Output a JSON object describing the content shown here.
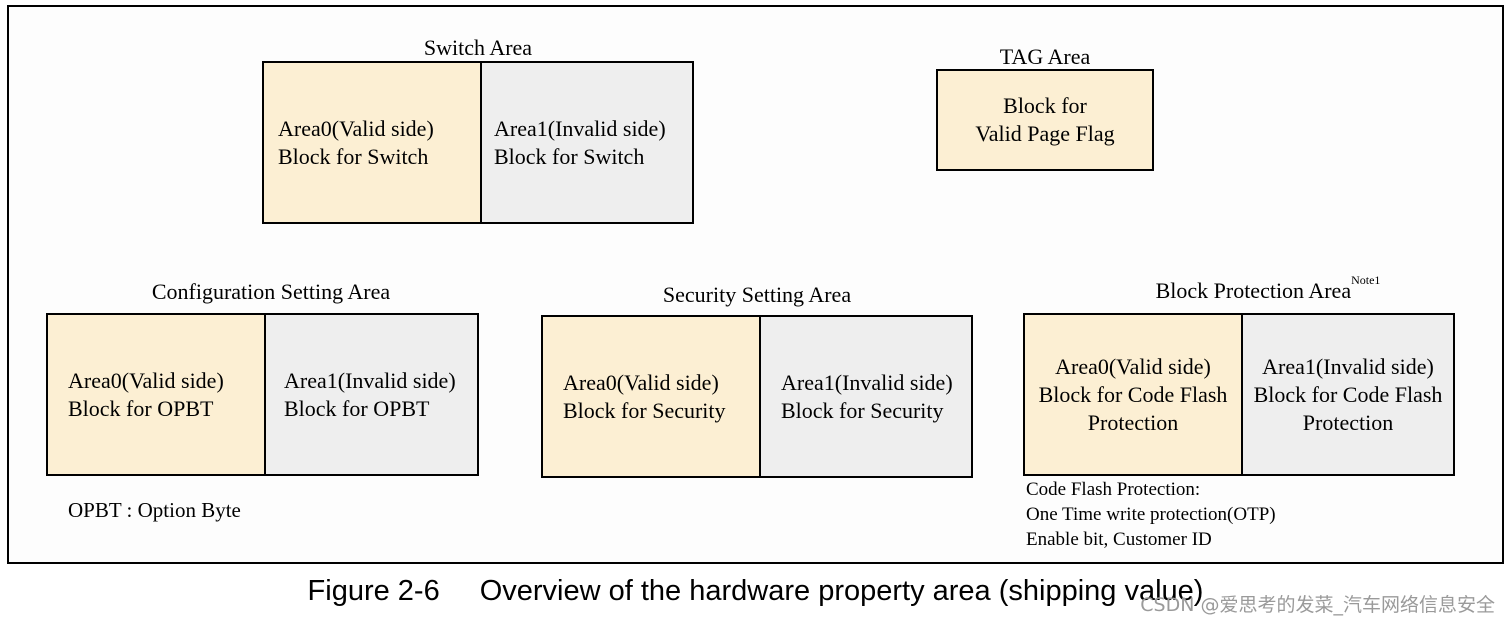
{
  "switch_area": {
    "title": "Switch Area",
    "area0_line1": "Area0(Valid side)",
    "area0_line2": "Block for Switch",
    "area1_line1": "Area1(Invalid side)",
    "area1_line2": "Block for Switch"
  },
  "tag_area": {
    "title": "TAG Area",
    "line1": "Block for",
    "line2": "Valid Page Flag"
  },
  "config_area": {
    "title": "Configuration Setting Area",
    "area0_line1": "Area0(Valid side)",
    "area0_line2": "Block for OPBT",
    "area1_line1": "Area1(Invalid side)",
    "area1_line2": "Block for OPBT",
    "note": "OPBT : Option Byte"
  },
  "security_area": {
    "title": "Security Setting Area",
    "area0_line1": "Area0(Valid side)",
    "area0_line2": "Block for Security",
    "area1_line1": "Area1(Invalid side)",
    "area1_line2": "Block for Security"
  },
  "protection_area": {
    "title": "Block Protection Area",
    "title_sup": "Note1",
    "area0_line1": "Area0(Valid side)",
    "area0_line2": "Block for Code Flash",
    "area0_line3": "Protection",
    "area1_line1": "Area1(Invalid side)",
    "area1_line2": "Block for Code Flash",
    "area1_line3": "Protection",
    "note_line1": "Code Flash Protection:",
    "note_line2": "One Time write protection(OTP)",
    "note_line3": "Enable bit, Customer ID"
  },
  "caption": {
    "number": "Figure 2-6",
    "text": "Overview of the hardware property area (shipping value)"
  },
  "watermark": "CSDN @爱思考的发菜_汽车网络信息安全",
  "colors": {
    "valid_fill": "#fcefd3",
    "invalid_fill": "#eeeeee",
    "border": "#000000"
  }
}
